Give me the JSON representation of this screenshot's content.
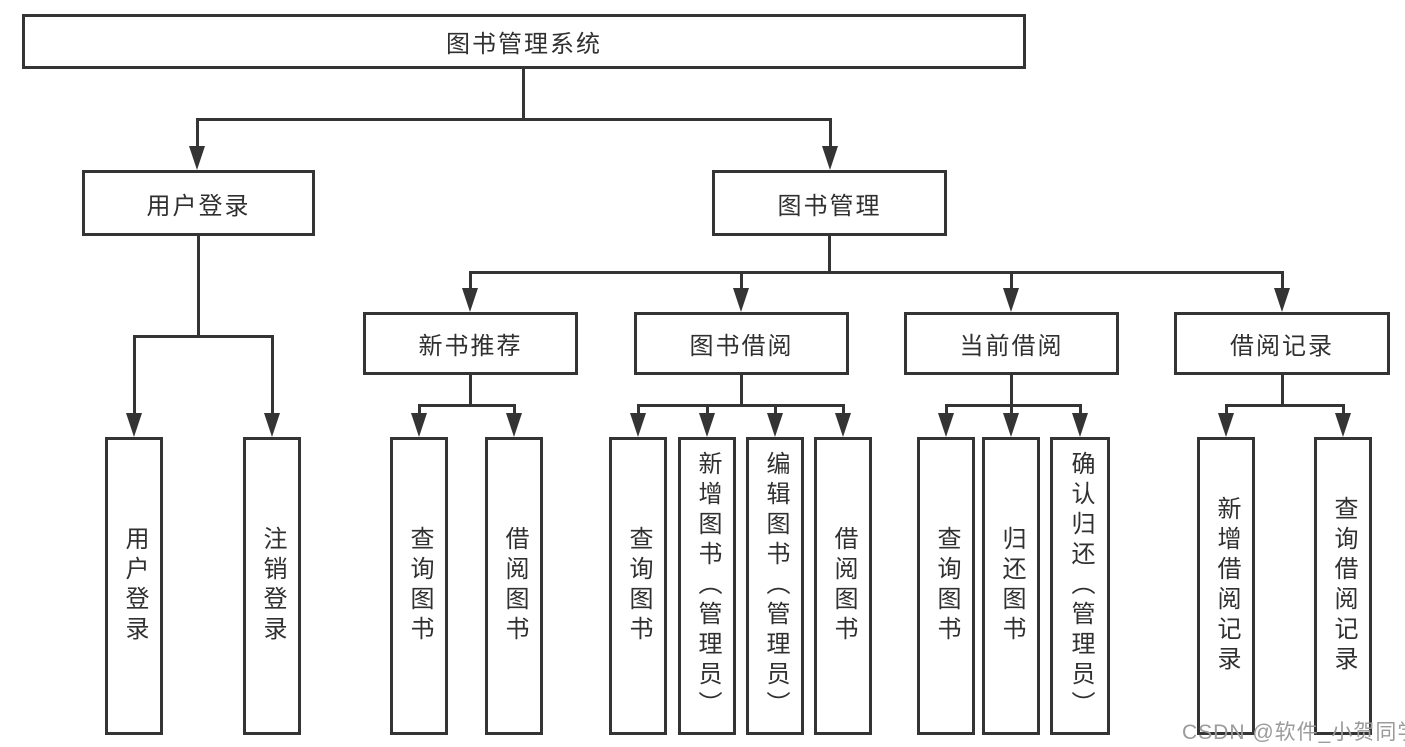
{
  "diagram_type": "tree-structure-chart",
  "colors": {
    "line": "#343434",
    "box_border": "#343434",
    "text": "#303030",
    "watermark_text": "#9b9b9b",
    "background": "#ffffff"
  },
  "tree": {
    "root": {
      "label": "图书管理系统"
    },
    "branches": [
      {
        "label": "用户登录",
        "leaves": [
          {
            "label": "用户登录"
          },
          {
            "label": "注销登录"
          }
        ]
      },
      {
        "label": "图书管理",
        "groups": [
          {
            "label": "新书推荐",
            "leaves": [
              {
                "label": "查询图书"
              },
              {
                "label": "借阅图书"
              }
            ]
          },
          {
            "label": "图书借阅",
            "leaves": [
              {
                "label": "查询图书"
              },
              {
                "label": "新增图书（管理员）"
              },
              {
                "label": "编辑图书（管理员）"
              },
              {
                "label": "借阅图书"
              }
            ]
          },
          {
            "label": "当前借阅",
            "leaves": [
              {
                "label": "查询图书"
              },
              {
                "label": "归还图书"
              },
              {
                "label": "确认归还（管理员）"
              }
            ]
          },
          {
            "label": "借阅记录",
            "leaves": [
              {
                "label": "新增借阅记录"
              },
              {
                "label": "查询借阅记录"
              }
            ]
          }
        ]
      }
    ]
  },
  "watermark": {
    "text": "CSDN @软件_小贺同学"
  }
}
